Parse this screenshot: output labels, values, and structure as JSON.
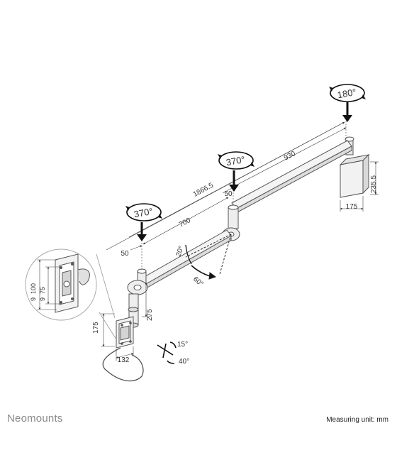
{
  "brand": {
    "name": "Neomounts"
  },
  "footer": {
    "measuring_unit": "Measuring unit: mm"
  },
  "rotations": {
    "wall": "180°",
    "middle": "370°",
    "front": "370°"
  },
  "dimensions": {
    "total_length": "1866.5",
    "arm_long": "930",
    "arm_short": "700",
    "offset_top": "50",
    "offset_left": "50",
    "wall_height": "235.5",
    "wall_width": "175",
    "pole_height": "275",
    "plate_height": "175",
    "plate_width": "132",
    "vesa_100": "100",
    "vesa_75": "75",
    "vesa_9_100": "9",
    "vesa_9_75": "9"
  },
  "angles": {
    "arm_up": "20°",
    "arm_down": "60°",
    "tilt": "15°",
    "swivel": "40°"
  },
  "colors": {
    "line": "#555555",
    "fill_light": "#f2f2f2",
    "fill_mid": "#d9d9d9",
    "arrow": "#111111",
    "brand": "#8a8a8a"
  }
}
